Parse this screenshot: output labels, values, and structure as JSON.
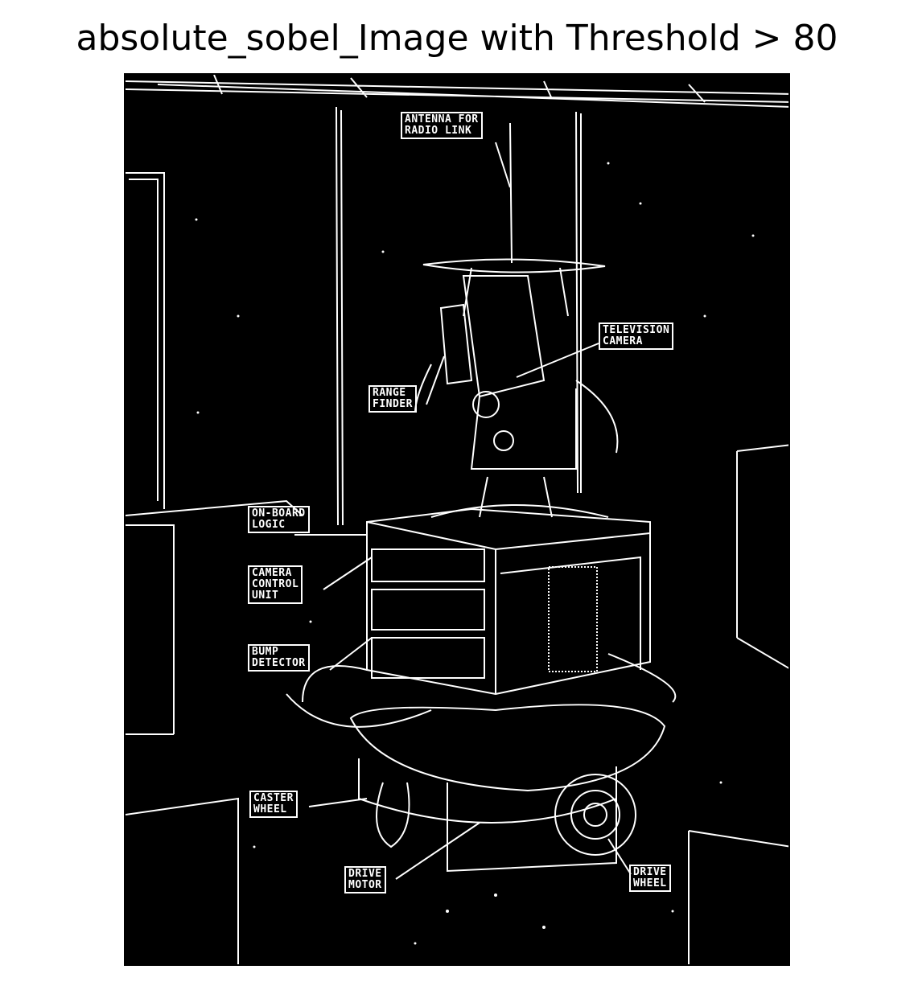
{
  "figure": {
    "title": "absolute_sobel_Image with Threshold > 80"
  },
  "image": {
    "subject": "edge-detected photo of a mobile robot",
    "background_color": "#000000",
    "edge_color": "#ffffff"
  },
  "labels": {
    "antenna": "ANTENNA FOR\nRADIO LINK",
    "television_camera": "TELEVISION\nCAMERA",
    "range_finder": "RANGE\nFINDER",
    "on_board_logic": "ON-BOARD\nLOGIC",
    "camera_control_unit": "CAMERA\nCONTROL\nUNIT",
    "bump_detector": "BUMP\nDETECTOR",
    "caster_wheel": "CASTER\nWHEEL",
    "drive_motor": "DRIVE\nMOTOR",
    "drive_wheel": "DRIVE\nWHEEL"
  }
}
